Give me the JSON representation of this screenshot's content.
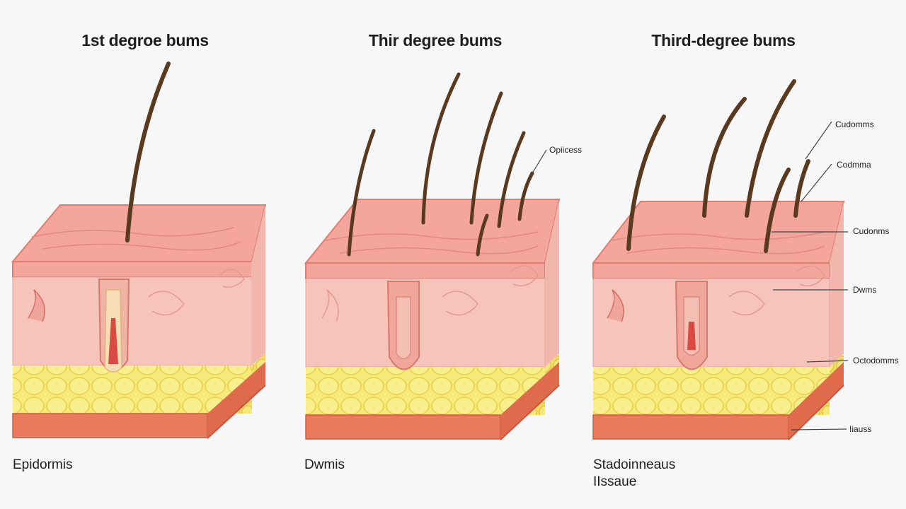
{
  "panels": [
    {
      "title": "1st degroe bums",
      "caption": "Epidormis"
    },
    {
      "title": "Thir degree bums",
      "caption": "Dwmis"
    },
    {
      "title": "Third-degree bums",
      "caption_lines": [
        "Stadoinneaus",
        "IIssaue"
      ]
    }
  ],
  "callouts": {
    "panel2": [
      "Opiicess"
    ],
    "panel3": [
      "Cudomms",
      "Codmma",
      "Cudonms",
      "Dwms",
      "Octodomms",
      "Iiauss"
    ]
  },
  "colors": {
    "skin_top": "#f4a69c",
    "skin_front": "#f6c4bb",
    "fat": "#f7e97a",
    "base_muscle": "#ea7a5c",
    "hair": "#5a3a1e",
    "outline": "#d9645a"
  }
}
